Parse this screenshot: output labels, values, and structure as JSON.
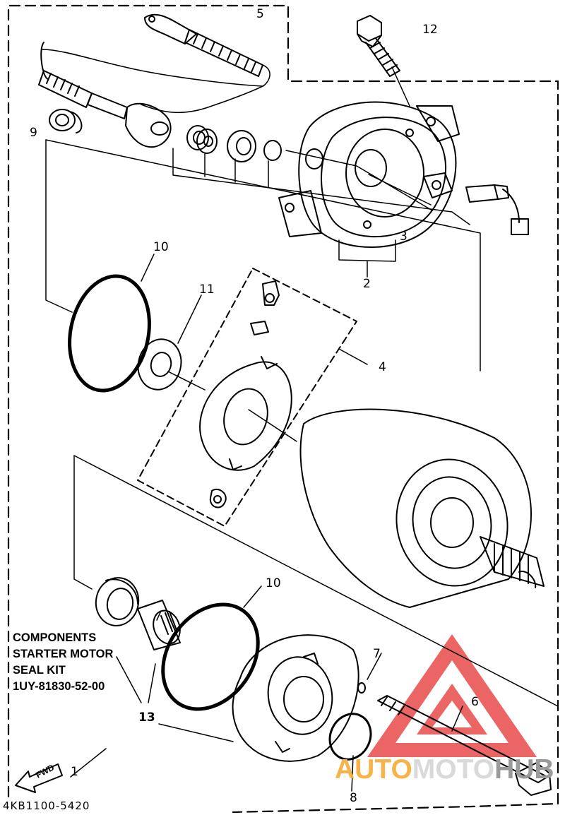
{
  "callouts": {
    "p1": "1",
    "p2": "2",
    "p3": "3",
    "p4": "4",
    "p5": "5",
    "p6": "6",
    "p7": "7",
    "p8": "8",
    "p9": "9",
    "p10a": "10",
    "p10b": "10",
    "p11": "11",
    "p12": "12",
    "p13": "13"
  },
  "kit_box": {
    "line1": "COMPONENTS",
    "line2": "STARTER MOTOR",
    "line3": "SEAL KIT",
    "line4": "1UY-81830-52-00"
  },
  "fwd_label": "FWD",
  "diagram_code": "4KB1100-5420",
  "watermark": {
    "part1": "AUTO",
    "part2": "MOTO",
    "part3": "HUB",
    "colors": {
      "red": "#e84a4a",
      "orange": "#f7b24a",
      "grey": "#9a9a9a"
    }
  }
}
